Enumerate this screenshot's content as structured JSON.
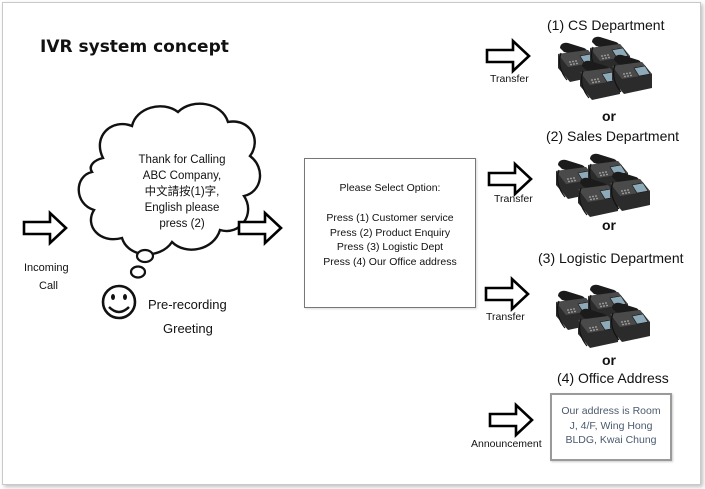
{
  "title": "IVR system concept",
  "incoming": {
    "line1": "Incoming",
    "line2": "Call"
  },
  "cloud": {
    "lines": [
      "Thank for Calling",
      "ABC Company,",
      "中文請按(1)字,",
      "English please",
      "press (2)"
    ]
  },
  "greeting": {
    "line1": "Pre-recording",
    "line2": "Greeting"
  },
  "options": {
    "title": "Please Select Option:",
    "items": [
      "Press (1) Customer service",
      "Press (2) Product Enquiry",
      "Press (3) Logistic Dept",
      "Press (4) Our Office address"
    ]
  },
  "departments": [
    {
      "label": "(1) CS Department",
      "action": "Transfer"
    },
    {
      "label": "(2) Sales Department",
      "action": "Transfer"
    },
    {
      "label": "(3) Logistic Department",
      "action": "Transfer"
    },
    {
      "label": "(4) Office Address",
      "action": "Announcement"
    }
  ],
  "or_label": "or",
  "address": {
    "lines": [
      "Our address is Room",
      "J, 4/F, Wing Hong",
      "BLDG, Kwai Chung"
    ]
  }
}
